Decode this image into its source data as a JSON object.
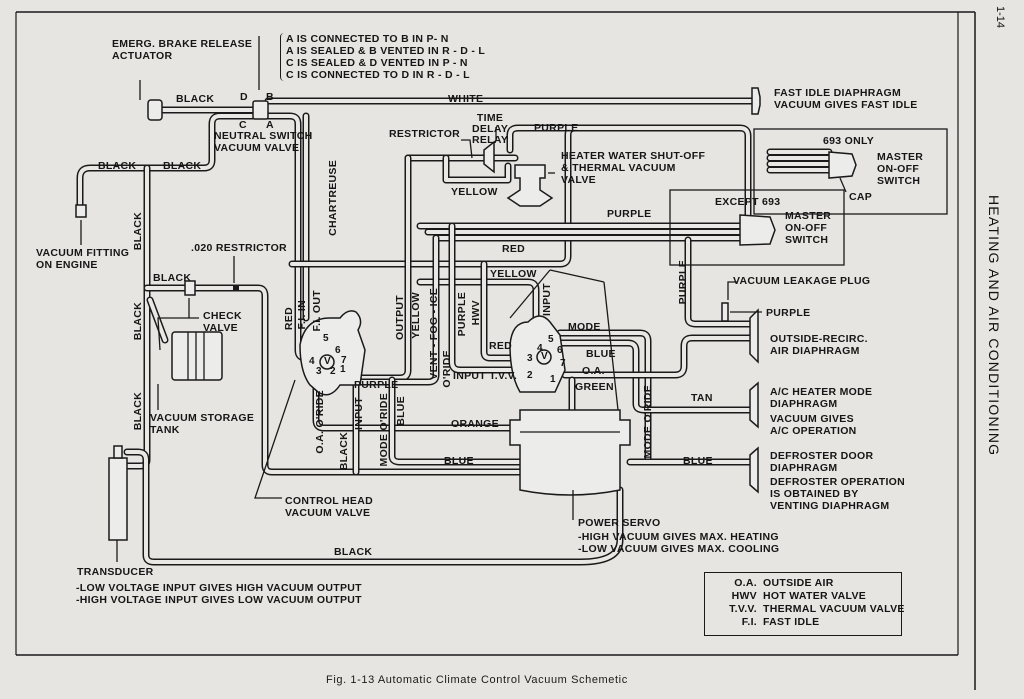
{
  "page": {
    "number": "1-14",
    "section_title": "HEATING AND AIR CONDITIONING",
    "caption": "Fig. 1-13  Automatic Climate Control Vacuum Schemetic"
  },
  "components": {
    "emerg_brake": "EMERG. BRAKE RELEASE\nACTUATOR",
    "neutral_switch": "NEUTRAL SWITCH\nVACUUM VALVE",
    "neutral_switch_notes": [
      "A IS CONNECTED TO B IN  P- N",
      "A IS SEALED & B VENTED IN R - D - L",
      "C IS SEALED & D VENTED IN P - N",
      "C IS CONNECTED TO D IN R - D - L"
    ],
    "port_labels": {
      "d": "D",
      "b": "B",
      "c": "C",
      "a": "A"
    },
    "fast_idle": "FAST IDLE DIAPHRAGM\nVACUUM GIVES FAST IDLE",
    "restrictor": "RESTRICTOR",
    "time_delay_relay": "TIME\nDELAY\nRELAY",
    "heater_water_valve": "HEATER WATER SHUT-OFF\n& THERMAL VACUUM\nVALVE",
    "only_693": "693 ONLY",
    "master_switch_693": "MASTER\nON-OFF\nSWITCH",
    "cap": "CAP",
    "except_693": "EXCEPT 693",
    "master_switch_except": "MASTER\nON-OFF\nSWITCH",
    "vacuum_fitting": "VACUUM FITTING\nON ENGINE",
    "restrictor_020": ".020 RESTRICTOR",
    "check_valve": "CHECK\nVALVE",
    "vacuum_storage_tank": "VACUUM STORAGE\nTANK",
    "vacuum_leakage_plug": "VACUUM LEAKAGE PLUG",
    "outside_recirc": "OUTSIDE-RECIRC.\nAIR DIAPHRAGM",
    "ac_heater_mode": "A/C HEATER MODE\nDIAPHRAGM",
    "ac_heater_mode_note": "VACUUM GIVES\nA/C OPERATION",
    "defroster_door": "DEFROSTER DOOR\nDIAPHRAGM",
    "defroster_note": "DEFROSTER OPERATION\nIS OBTAINED BY\nVENTING DIAPHRAGM",
    "control_head": "CONTROL HEAD\nVACUUM VALVE",
    "transducer": "TRANSDUCER",
    "transducer_notes": [
      "-LOW VOLTAGE INPUT GIVES HIGH VACUUM OUTPUT",
      "-HIGH VOLTAGE INPUT GIVES LOW VACUUM OUTPUT"
    ],
    "power_servo": "POWER SERVO",
    "power_servo_notes": [
      "-HIGH VACUUM GIVES MAX. HEATING",
      "-LOW VACUUM GIVES MAX. COOLING"
    ]
  },
  "hose_labels": {
    "black_top": "BLACK",
    "white": "WHITE",
    "black_left": "BLACK",
    "black_mid": "BLACK",
    "black_vert": "BLACK",
    "black_check": "BLACK",
    "black_lower": "BLACK",
    "black_bottom": "BLACK",
    "black_head": "BLACK",
    "chartreuse": "CHARTREUSE",
    "purple_top": "PURPLE",
    "purple_mid": "PURPLE",
    "purple_right": "PURPLE",
    "purple_plug": "PURPLE",
    "purple_head": "PURPLE",
    "purple_hwv": "PURPLE",
    "hwv": "HWV",
    "yellow_relay": "YELLOW",
    "yellow_mid": "YELLOW",
    "yellow_vert": "YELLOW",
    "red_mid": "RED",
    "red_left": "RED",
    "red_servo": "RED",
    "fi_in": "F.I. IN",
    "fi_out": "F.I. OUT",
    "output": "OUTPUT",
    "vent_fog_ice": "VENT - FOG - ICE",
    "oride": "O'RIDE",
    "input_servo": "INPUT",
    "input_tvv": "INPUT T.V.V.",
    "mode": "MODE",
    "blue_servo": "BLUE",
    "oa": "O.A.",
    "green": "GREEN",
    "tan": "TAN",
    "orange": "ORANGE",
    "blue_bottom": "BLUE",
    "blue_right": "BLUE",
    "blue_vert": "BLUE",
    "mode_oride_servo": "MODE O'RIDE",
    "oa_oride": "O.A. O'RIDE",
    "input_head": "INPUT",
    "mode_oride_head": "MODE O'RIDE"
  },
  "valve_ports": {
    "head": [
      "5",
      "6",
      "7",
      "1",
      "4",
      "3",
      "2"
    ],
    "servo": [
      "4",
      "5",
      "6",
      "3",
      "7",
      "2",
      "1"
    ],
    "center_symbol": "V"
  },
  "legend": [
    {
      "abbr": "O.A.",
      "definition": "OUTSIDE AIR"
    },
    {
      "abbr": "HWV",
      "definition": "HOT WATER VALVE"
    },
    {
      "abbr": "T.V.V.",
      "definition": "THERMAL VACUUM VALVE"
    },
    {
      "abbr": "F.I.",
      "definition": "FAST IDLE"
    }
  ]
}
